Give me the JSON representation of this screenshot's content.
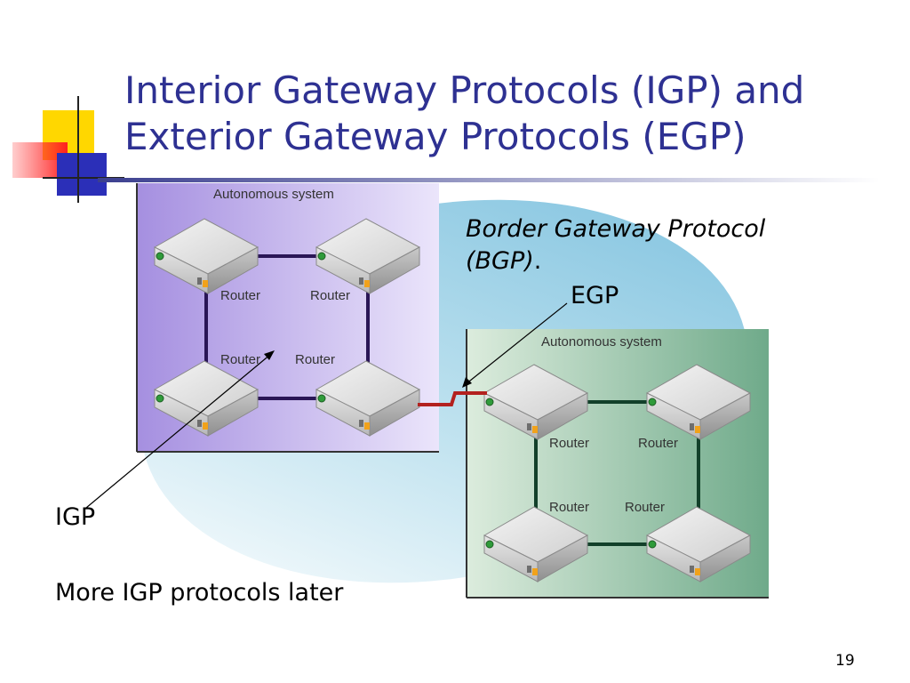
{
  "slide": {
    "title_line1": "Interior Gateway Protocols (IGP) and",
    "title_line2": "Exterior Gateway Protocols (EGP)",
    "bgp_line1": "Border Gateway Protocol",
    "bgp_line2_italic": "(BGP)",
    "bgp_line2_tail": ".",
    "egp_label": "EGP",
    "igp_label": "IGP",
    "note": "More IGP protocols later",
    "page_number": "19"
  },
  "diagram": {
    "as_left": {
      "label": "Autonomous system",
      "routers": [
        "Router",
        "Router",
        "Router",
        "Router"
      ]
    },
    "as_right": {
      "label": "Autonomous system",
      "routers": [
        "Router",
        "Router",
        "Router",
        "Router"
      ]
    }
  },
  "colors": {
    "title": "#2e3192",
    "as_left_bg": "#a58fe0",
    "as_right_bg": "#6faa8a",
    "egp_link": "#b3211f",
    "igp_link_left": "#2a1656",
    "igp_link_right": "#12402a",
    "ellipse": "#8ecae6"
  }
}
